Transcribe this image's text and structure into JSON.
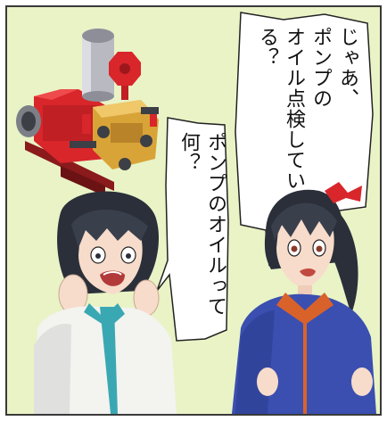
{
  "speech_right": {
    "line1": "じゃあ、",
    "line2": "ポンプの",
    "line3": "オイル点検している？"
  },
  "speech_left": {
    "line1": "ポンプのオイルって何？"
  },
  "colors": {
    "panel_bg": "#e9f3c6",
    "pump_red": "#d8262b",
    "pump_gold": "#d9a437",
    "cylinder": "#b9b9c2",
    "uniform_blue": "#3a4fb0",
    "collar_orange": "#d9622a",
    "hair_dark": "#2b2f3a"
  },
  "icons": [
    "pump-machine-illustration",
    "girl-left-illustration",
    "girl-right-illustration",
    "hair-ribbon-icon"
  ]
}
